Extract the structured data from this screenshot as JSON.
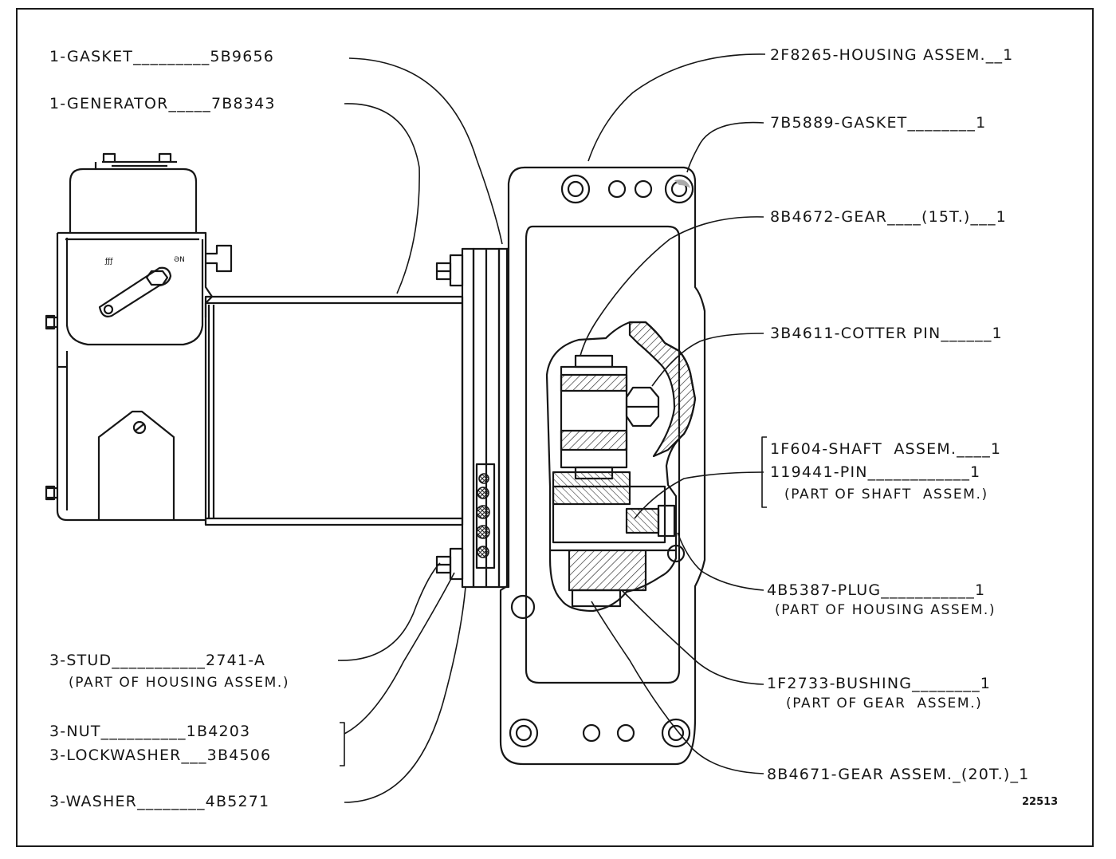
{
  "left_callouts": {
    "gasket": "1-GASKET_________5B9656",
    "generator": "1-GENERATOR_____7B8343",
    "stud": "3-STUD___________2741-A",
    "stud_note": "(PART OF HOUSING ASSEM.)",
    "nut": "3-NUT__________1B4203",
    "lockwasher": "3-LOCKWASHER___3B4506",
    "washer": "3-WASHER________4B5271"
  },
  "right_callouts": {
    "housing": "2F8265-HOUSING ASSEM.__1",
    "gasket": "7B5889-GASKET________1",
    "gear": "8B4672-GEAR____(15T.)___1",
    "cotter_pin": "3B4611-COTTER PIN______1",
    "shaft": "1F604-SHAFT  ASSEM.____1",
    "pin": "119441-PIN____________1",
    "pin_note": "(PART OF SHAFT  ASSEM.)",
    "plug": "4B5387-PLUG___________1",
    "plug_note": "(PART OF HOUSING ASSEM.)",
    "bushing": "1F2733-BUSHING________1",
    "bushing_note": "(PART OF GEAR  ASSEM.)",
    "gear_assem": "8B4671-GEAR ASSEM._(20T.)_1"
  },
  "figure_number": "22513",
  "colors": {
    "ink": "#161616",
    "paper": "#ffffff",
    "hatch": "#555555"
  }
}
